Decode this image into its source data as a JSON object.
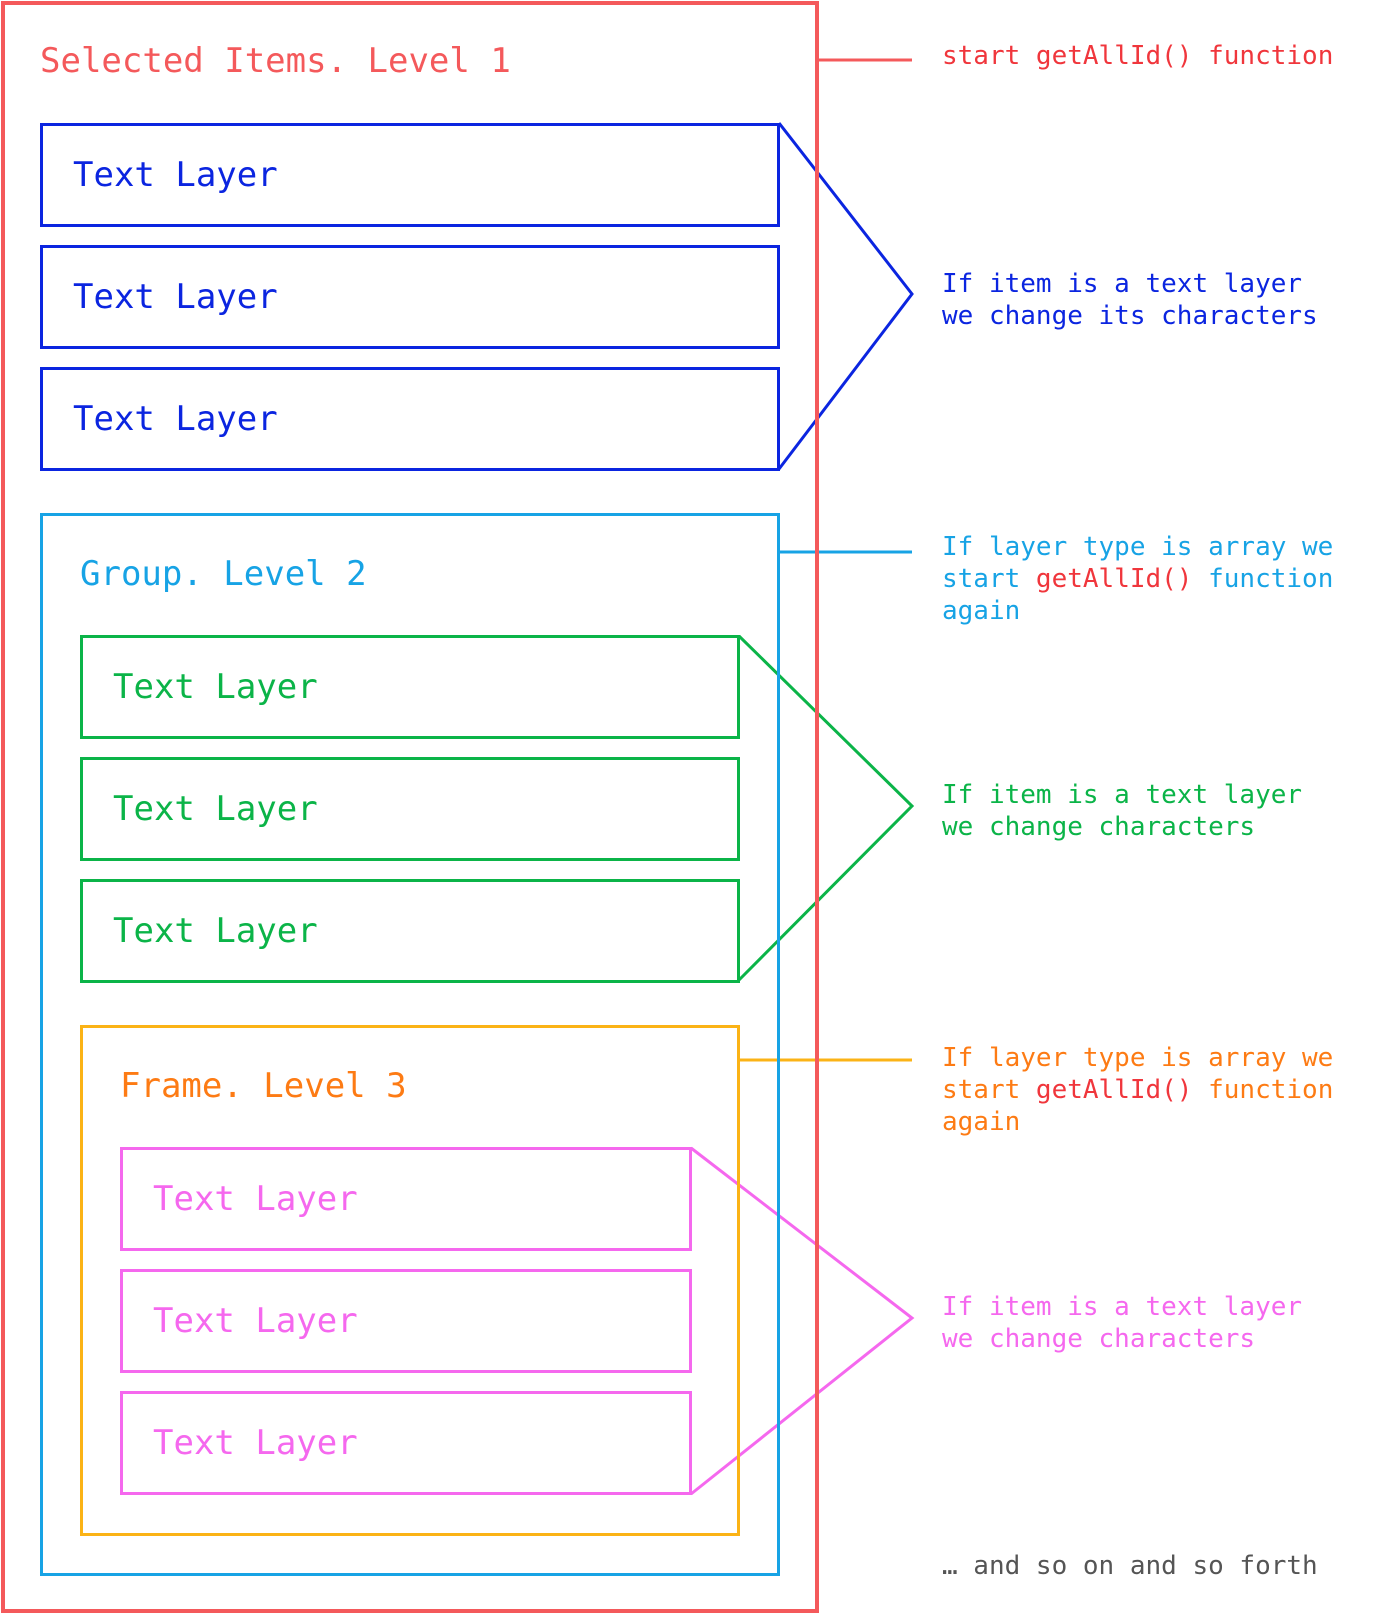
{
  "colors": {
    "level1": "#f4595b",
    "text_blue": "#0b25e0",
    "level2": "#17a3e5",
    "text_green": "#0bb448",
    "level3_border": "#fbb316",
    "level3_text": "#fd7b14",
    "text_pink": "#f568ee",
    "func_red": "#f0363c",
    "muted": "#555555"
  },
  "level1": {
    "title": "Selected Items. Level 1"
  },
  "level1_layers": [
    "Text Layer",
    "Text Layer",
    "Text Layer"
  ],
  "level2": {
    "title": "Group. Level 2"
  },
  "level2_layers": [
    "Text Layer",
    "Text Layer",
    "Text Layer"
  ],
  "level3": {
    "title": "Frame. Level 3"
  },
  "level3_layers": [
    "Text Layer",
    "Text Layer",
    "Text Layer"
  ],
  "notes": {
    "start": {
      "pre": "start ",
      "func": "getAllId()",
      "post": " function"
    },
    "blue_text": {
      "line1": "If item is a text layer",
      "line2": "we change its characters"
    },
    "level2_array": {
      "line1": "If layer type is array we",
      "line2_pre": "start ",
      "line2_func": "getAllId()",
      "line2_post": " function",
      "line3": "again"
    },
    "green_text": {
      "line1": "If item is a text layer",
      "line2": "we change characters"
    },
    "level3_array": {
      "line1": "If layer type is array we",
      "line2_pre": "start ",
      "line2_func": "getAllId()",
      "line2_post": " function",
      "line3": "again"
    },
    "pink_text": {
      "line1": "If item is a text layer",
      "line2": "we change characters"
    },
    "footer": "… and so on and so forth"
  }
}
